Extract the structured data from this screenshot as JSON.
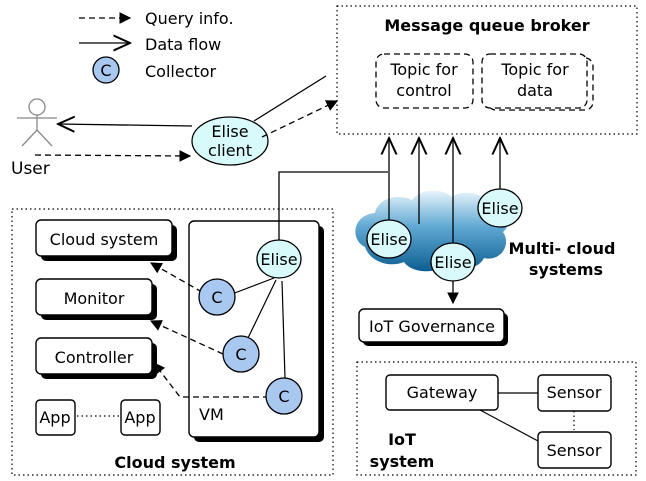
{
  "legend": {
    "query_info": "Query info.",
    "data_flow": "Data flow",
    "collector_symbol": "C",
    "collector": "Collector"
  },
  "broker": {
    "title": "Message queue broker",
    "topic_control": [
      "Topic for",
      "control"
    ],
    "topic_data": [
      "Topic for",
      "data"
    ]
  },
  "user": {
    "label": "User"
  },
  "elise_client": [
    "Elise",
    "client"
  ],
  "multi_cloud": {
    "label": [
      "Multi- cloud",
      "systems"
    ],
    "elise": "Elise"
  },
  "iot_governance": "IoT Governance",
  "cloud": {
    "title": "Cloud system",
    "boxes": [
      "Cloud system",
      "Monitor",
      "Controller"
    ],
    "app": "App",
    "vm": "VM",
    "elise": "Elise",
    "collector": "C"
  },
  "iot": {
    "title": [
      "IoT",
      "system"
    ],
    "gateway": "Gateway",
    "sensor": "Sensor"
  }
}
